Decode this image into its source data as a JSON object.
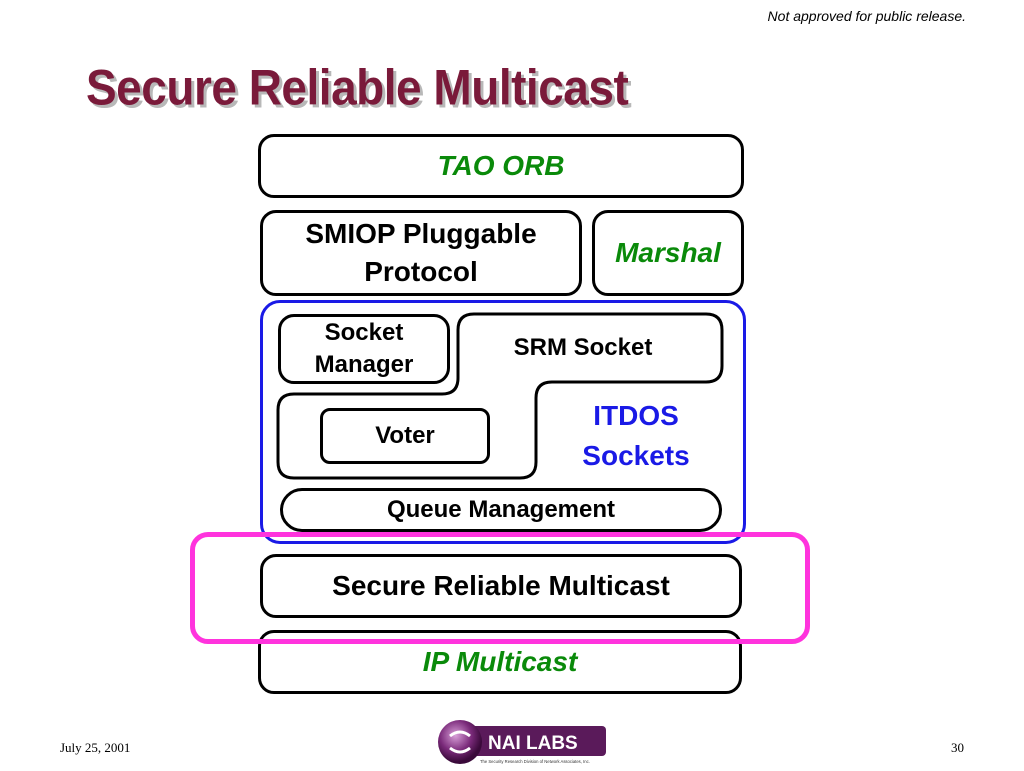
{
  "notice": "Not approved for public release.",
  "title": "Secure Reliable Multicast",
  "diagram": {
    "tao_orb": "TAO ORB",
    "smiop_line1": "SMIOP Pluggable",
    "smiop_line2": "Protocol",
    "marshal": "Marshal",
    "socket_manager_line1": "Socket",
    "socket_manager_line2": "Manager",
    "srm_socket": "SRM Socket",
    "voter": "Voter",
    "itdos_line1": "ITDOS",
    "itdos_line2": "Sockets",
    "queue_management": "Queue Management",
    "secure_reliable_multicast": "Secure Reliable Multicast",
    "ip_multicast": "IP Multicast"
  },
  "footer": {
    "date": "July 25, 2001",
    "page": "30",
    "logo_text": "NAI LABS",
    "logo_tagline": "The Security Research Division of Network Associates, Inc."
  },
  "colors": {
    "title": "#7a1a3a",
    "green_text": "#0a8a0a",
    "itdos_border": "#1a1ae6",
    "highlight": "#ff33dd"
  }
}
